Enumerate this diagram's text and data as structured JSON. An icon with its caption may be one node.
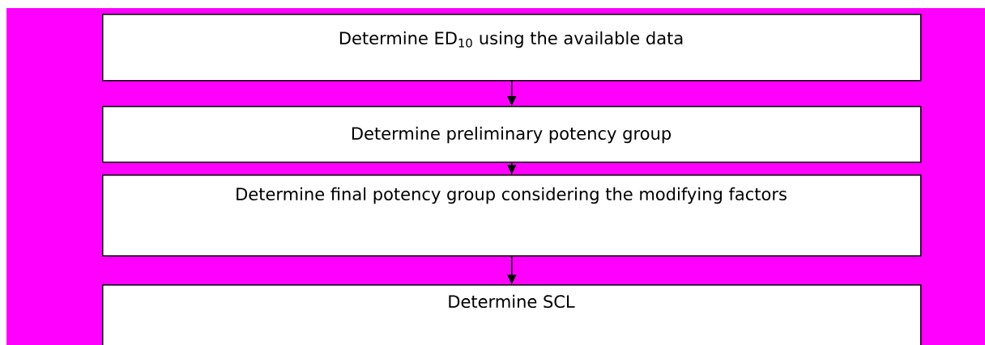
{
  "diagram": {
    "nodes": [
      {
        "text": [
          "Determine ED$_{10}$ using the available data"
        ]
      },
      {
        "text": [
          "Determine preliminary potency group"
        ]
      },
      {
        "text": [
          "Determine final potency group considering the modifying factors"
        ]
      },
      {
        "text": [
          "Determine SCL"
        ]
      }
    ],
    "edges": [
      {
        "from": 0,
        "to": 1,
        "arrow": "to"
      },
      {
        "from": 1,
        "to": 2,
        "arrow": "to"
      },
      {
        "from": 2,
        "to": 3,
        "arrow": "to"
      }
    ]
  }
}
